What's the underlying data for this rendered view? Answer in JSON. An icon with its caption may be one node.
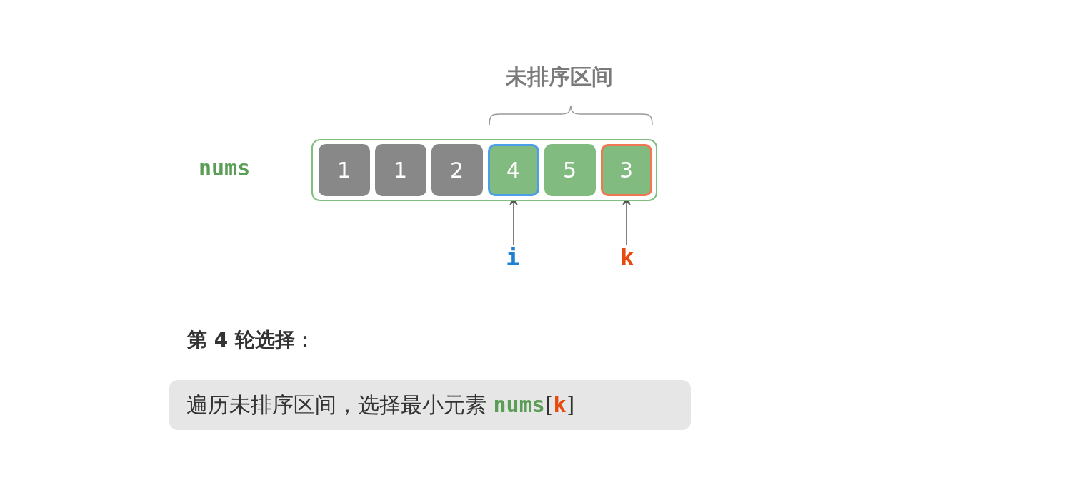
{
  "diagram": {
    "nodes": [
      {
        "text": [],
        "shape": "box",
        "beside": [
          "nums"
        ]
      },
      {
        "text": [
          "1"
        ],
        "in": 0
      },
      {
        "text": [
          "1"
        ],
        "in": 0
      },
      {
        "text": [
          "2"
        ],
        "in": 0
      },
      {
        "text": [
          "4"
        ],
        "in": 0
      },
      {
        "text": [
          "5"
        ],
        "in": 0
      },
      {
        "text": [
          "3"
        ],
        "in": 0
      },
      {
        "text": [
          "i"
        ]
      },
      {
        "text": [
          "k"
        ]
      }
    ],
    "edges": [
      {
        "from": 7,
        "to": 4,
        "arrow": "to"
      },
      {
        "from": 8,
        "to": 6,
        "arrow": "to"
      }
    ],
    "labels": [
      "未排序区间",
      "第 4 轮选择：",
      "遍历未排序区间，选择最小元素 **nums**[**k**]"
    ]
  }
}
